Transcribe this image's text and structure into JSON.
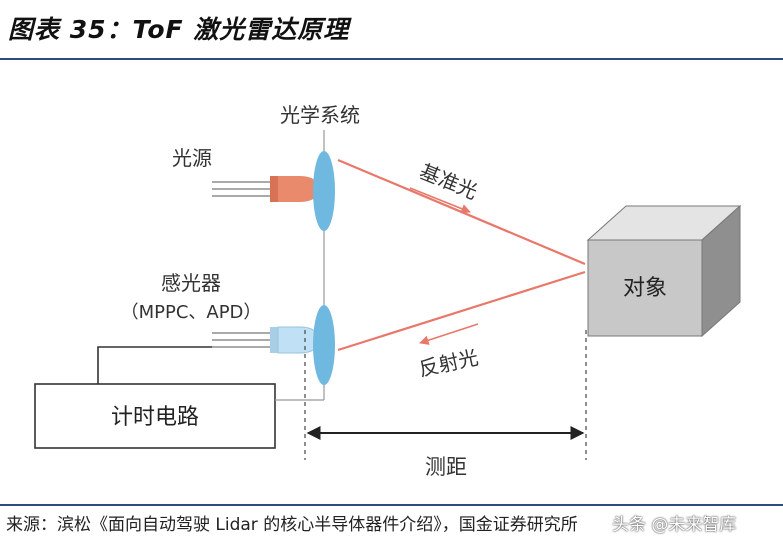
{
  "title": "图表 35：ToF 激光雷达原理",
  "diagram": {
    "optics_label": "光学系统",
    "source_label": "光源",
    "sensor_label": "感光器",
    "sensor_sublabel": "（MPPC、APD）",
    "reference_light_label": "基准光",
    "reflected_light_label": "反射光",
    "object_label": "对象",
    "circuit_label": "计时电路",
    "distance_label": "测距"
  },
  "footer": {
    "source": "来源：滨松《面向自动驾驶 Lidar 的核心半导体器件介绍》，国金证券研究所",
    "watermark": "头条 @未来智库"
  },
  "colors": {
    "rule": "#2b4d7e",
    "beam": "#e8786a",
    "lens": "#6fb8e0",
    "emitter": "#e98a6c",
    "detector": "#bfe0f5",
    "cube_front": "#c8c8c8",
    "cube_top": "#e4e4e4",
    "cube_side": "#8f8f8f"
  }
}
